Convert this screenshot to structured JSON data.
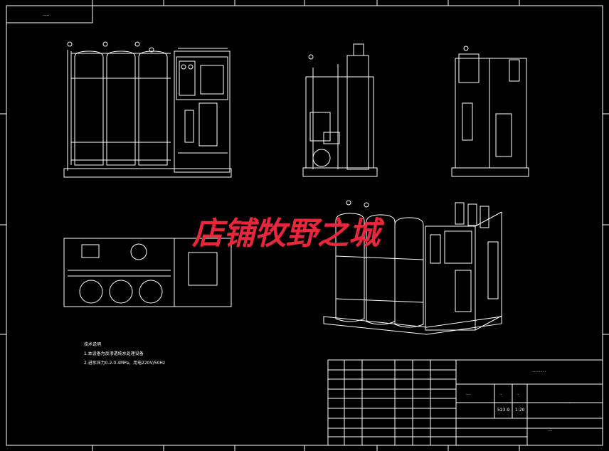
{
  "title_box": {
    "text": "·····"
  },
  "watermark": {
    "text": "店铺牧野之城",
    "color": "#e8273a"
  },
  "notes": {
    "heading": "技术说明",
    "line1": "1.本设备为反渗透纯水处理设备",
    "line2": "2.进水压力0.2-0.4MPa，用电220V/50Hz"
  },
  "title_block": {
    "company": "············",
    "product": "········",
    "drawing_no": "····",
    "weight": "523.9",
    "scale": "1:20",
    "hdr_stage": "····",
    "hdr_weight": "··",
    "hdr_scale": "··"
  },
  "colors": {
    "background": "#000000",
    "lines": "#ffffff",
    "watermark": "#e8273a"
  }
}
